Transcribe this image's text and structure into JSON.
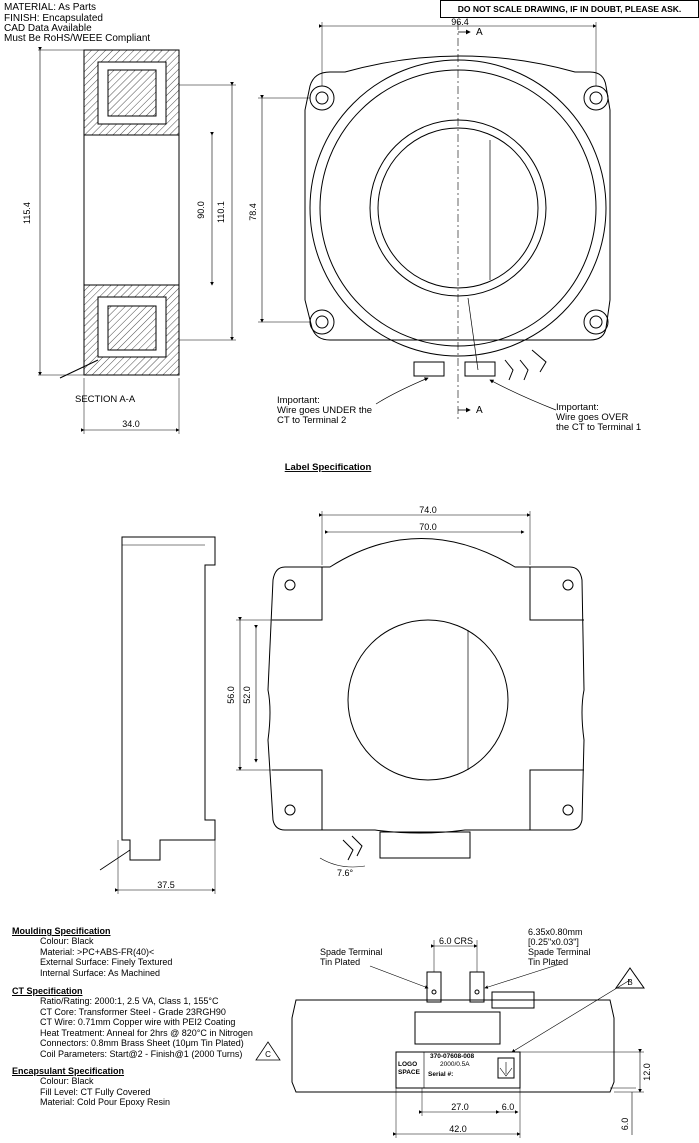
{
  "header": {
    "material": "MATERIAL: As Parts",
    "finish": "FINISH: Encapsulated",
    "cad": "CAD Data Available",
    "rohs": "Must Be RoHS/WEEE Compliant",
    "scale_warning": "DO NOT SCALE DRAWING, IF IN DOUBT, PLEASE ASK."
  },
  "top_view": {
    "section_label": "SECTION A-A",
    "section_marker": "A",
    "dims": {
      "d96_4": "96.4",
      "d115_4": "115.4",
      "d90_0": "90.0",
      "d110_1": "110.1",
      "d78_4": "78.4",
      "d34_0": "34.0"
    },
    "note_left": [
      "Important:",
      "Wire goes UNDER the",
      "CT to Terminal 2"
    ],
    "note_right": [
      "Important:",
      "Wire goes OVER",
      "the CT to Terminal 1"
    ]
  },
  "label_spec_title": "Label Specification",
  "middle_view": {
    "dims": {
      "d74_0": "74.0",
      "d70_0": "70.0",
      "d56_0": "56.0",
      "d52_0": "52.0",
      "d37_5": "37.5",
      "d7_6": "7.6°"
    }
  },
  "bottom_view": {
    "spade_left": [
      "Spade Terminal",
      "Tin Plated"
    ],
    "spade_right": [
      "6.35x0.80mm",
      "[0.25\"x0.03\"]",
      "Spade Terminal",
      "Tin Plated"
    ],
    "crs": "6.0 CRS",
    "label_part": "370-07608-008",
    "label_rating": "2000/0.5A",
    "label_logo": [
      "LOGO",
      "SPACE"
    ],
    "label_serial": "Serial #:",
    "revision": "B",
    "dims": {
      "d27_0": "27.0",
      "d6_0a": "6.0",
      "d42_0": "42.0",
      "d12_0": "12.0",
      "d6_0b": "6.0"
    }
  },
  "specs": {
    "moulding": {
      "title": "Moulding Specification",
      "lines": [
        "Colour: Black",
        "Material: >PC+ABS-FR(40)<",
        "External Surface: Finely Textured",
        "Internal Surface: As Machined"
      ]
    },
    "ct": {
      "title": "CT Specification",
      "lines": [
        "Ratio/Rating: 2000:1, 2.5 VA, Class 1, 155°C",
        "CT Core: Transformer Steel - Grade 23RGH90",
        "CT Wire: 0.71mm Copper wire with PEI2 Coating",
        "Heat Treatment: Anneal for 2hrs @ 820°C in Nitrogen",
        "Connectors: 0.8mm Brass Sheet (10μm Tin Plated)",
        "Coil Parameters: Start@2 - Finish@1 (2000 Turns)"
      ],
      "revision": "C"
    },
    "encapsulant": {
      "title": "Encapsulant Specification",
      "lines": [
        "Colour: Black",
        "Fill Level: CT Fully Covered",
        "Material: Cold Pour Epoxy Resin"
      ]
    }
  }
}
